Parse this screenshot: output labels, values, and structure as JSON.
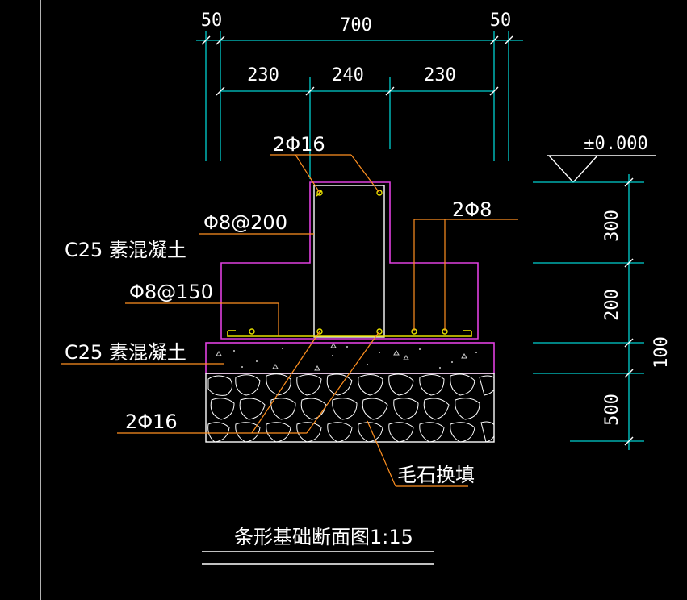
{
  "drawing": {
    "title": "条形基础断面图1:15",
    "level": "±0.000",
    "top_dims": {
      "overall": [
        "50",
        "700",
        "50"
      ],
      "inner": [
        "230",
        "240",
        "230"
      ]
    },
    "right_dims": [
      "300",
      "200",
      "100",
      "500"
    ],
    "labels": {
      "rebar_top": "2Φ16",
      "stirrup_upper": "Φ8@200",
      "concrete_upper": "C25 素混凝土",
      "rebar_side": "2Φ8",
      "stirrup_lower": "Φ8@150",
      "concrete_lower": "C25 素混凝土",
      "rebar_bottom": "2Φ16",
      "rubble_fill": "毛石换填"
    },
    "colors": {
      "dimension": "#00d0d0",
      "outline": "#e040e0",
      "rebar": "#e8e000",
      "leader": "#ff9020",
      "text": "#ffffff",
      "background": "#000000"
    }
  }
}
